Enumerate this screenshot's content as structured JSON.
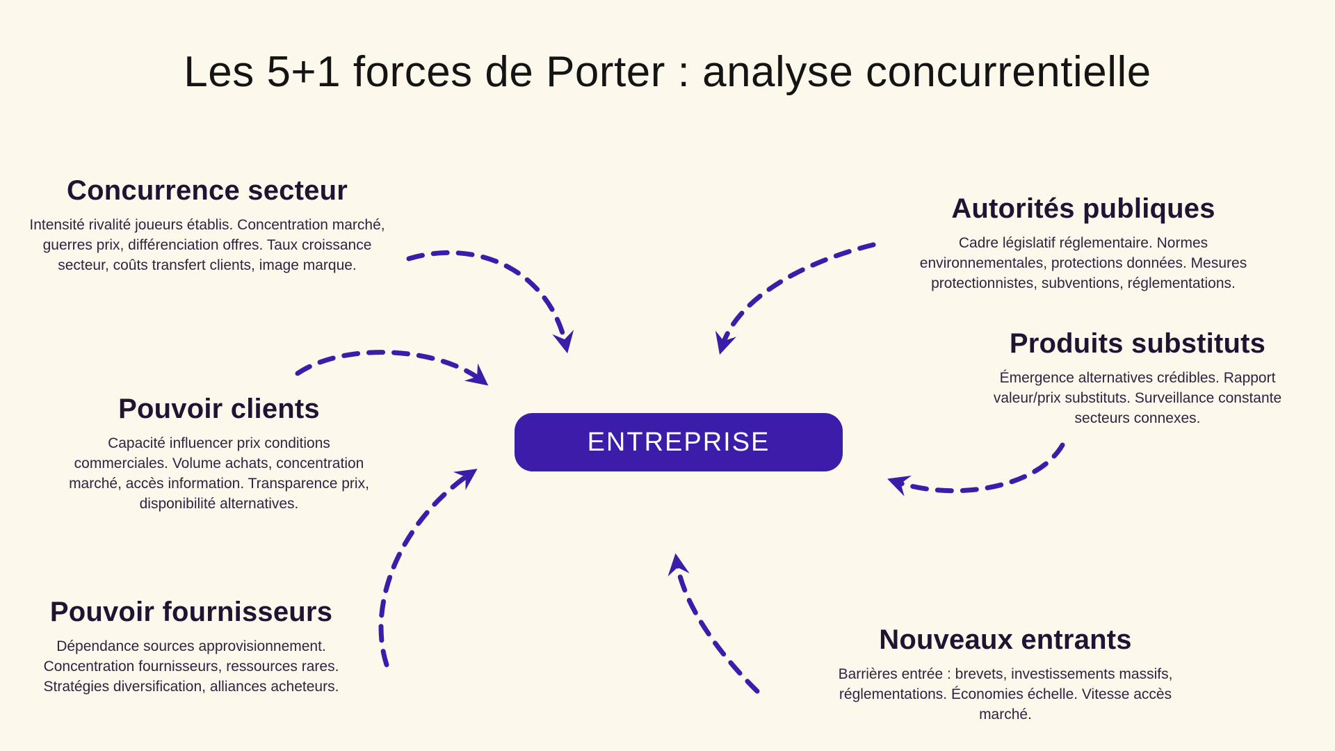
{
  "title": "Les 5+1 forces de Porter : analyse concurrentielle",
  "center": {
    "label": "ENTREPRISE"
  },
  "colors": {
    "background": "#FCF8EC",
    "accent": "#3B1DA9",
    "heading_text": "#211433",
    "body_text": "#2F2440",
    "title_text": "#141414",
    "pill_text": "#FFFFFF"
  },
  "forces": [
    {
      "id": "concurrence-secteur",
      "title": "Concurrence secteur",
      "description": "Intensité rivalité joueurs établis. Concentration marché, guerres prix, différenciation offres. Taux croissance secteur, coûts transfert clients, image marque."
    },
    {
      "id": "pouvoir-clients",
      "title": "Pouvoir clients",
      "description": "Capacité influencer prix conditions commerciales. Volume achats, concentration marché, accès information. Transparence prix, disponibilité alternatives."
    },
    {
      "id": "pouvoir-fournisseurs",
      "title": "Pouvoir fournisseurs",
      "description": "Dépendance sources approvisionnement. Concentration fournisseurs, ressources rares. Stratégies diversification, alliances acheteurs."
    },
    {
      "id": "autorites-publiques",
      "title": "Autorités publiques",
      "description": "Cadre législatif réglementaire. Normes environnementales, protections données. Mesures protectionnistes, subventions, réglementations."
    },
    {
      "id": "produits-substituts",
      "title": "Produits substituts",
      "description": "Émergence alternatives crédibles. Rapport valeur/prix substituts. Surveillance constante secteurs connexes."
    },
    {
      "id": "nouveaux-entrants",
      "title": "Nouveaux entrants",
      "description": "Barrières entrée : brevets, investissements massifs, réglementations. Économies échelle. Vitesse accès marché."
    }
  ]
}
